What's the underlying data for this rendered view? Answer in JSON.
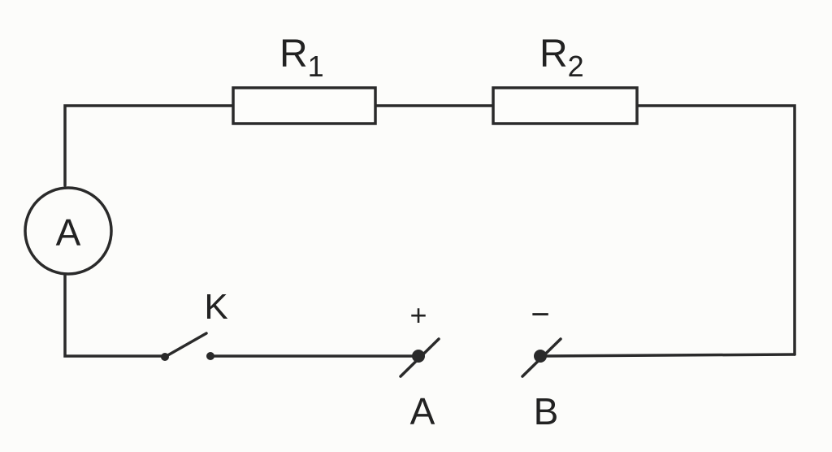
{
  "diagram": {
    "title": "Series circuit with two resistors, ammeter, switch and terminals",
    "resistors": [
      {
        "name": "R",
        "subscript": "1"
      },
      {
        "name": "R",
        "subscript": "2"
      }
    ],
    "ammeter": {
      "label": "A"
    },
    "switch": {
      "label": "K",
      "state": "open"
    },
    "terminals": [
      {
        "label": "A",
        "polarity": "+"
      },
      {
        "label": "B",
        "polarity": "−"
      }
    ],
    "colors": {
      "line": "#2a2a2a",
      "background": "#fcfcfa"
    }
  }
}
